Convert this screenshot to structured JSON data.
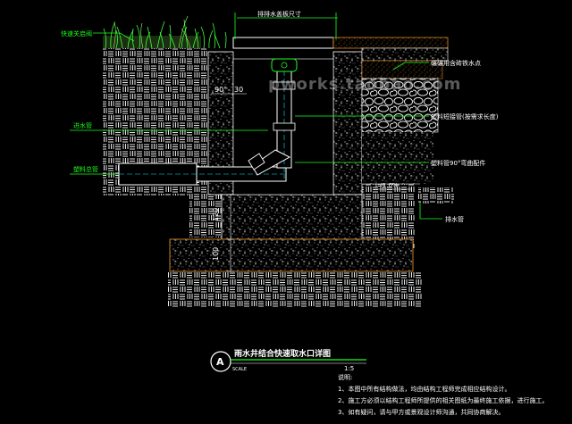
{
  "labels": {
    "fast_quick_lid": "快速关启阀",
    "outlet_cover_size": "排排水盖板尺寸",
    "inlet_pipe": "进水管",
    "plastic_main_pipe": "塑料总管",
    "gravel_fill": "碾碾用含砖铁水点",
    "plastic_short_pipe": "塑料短接管(按需求长度)",
    "plastic_90_elbow": "塑料管90°弯曲配件",
    "drain_pipe": "排水管",
    "slope": "i=1.0%"
  },
  "dimensions": {
    "angle": "90°",
    "d30": "30",
    "d120": "120",
    "d100": "100"
  },
  "watermark": "pworks.taobao.com",
  "title_block": {
    "symbol": "A",
    "title": "雨水井结合快速取水口详图",
    "scale_label": "SCALE",
    "scale": "1:5"
  },
  "notes": {
    "heading": "说明:",
    "items": [
      "1、本图中所有结构做法，均由结构工程师完成相应结构设计。",
      "2、施工方必须以结构工程师所提供的相关图纸为最终施工依据，进行施工。",
      "3、如有疑问，请与甲方或景观设计师沟通，共同协商解决。"
    ]
  },
  "colors": {
    "line_white": "#ffffff",
    "line_green": "#1aff1a",
    "line_cyan": "#00e5ff",
    "line_yellow": "#ffeb3b",
    "line_orange": "#d9862b",
    "grass": "#3cff3c"
  }
}
